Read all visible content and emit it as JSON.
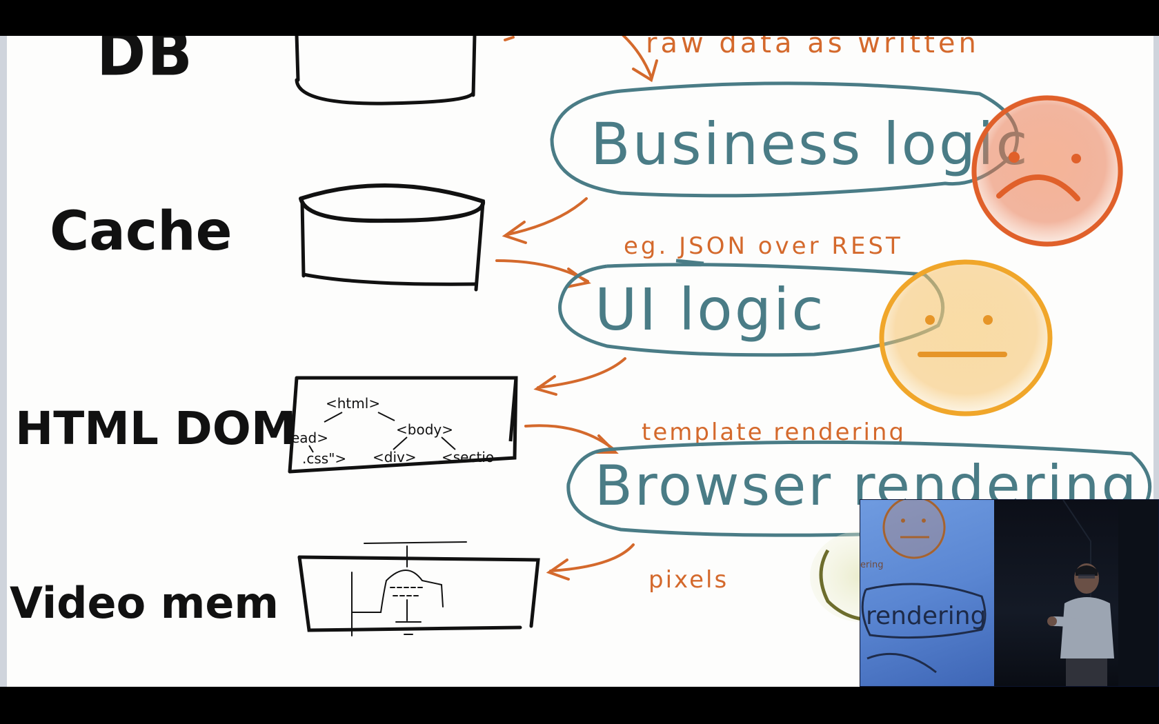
{
  "left_labels": {
    "db": "DB",
    "cache": "Cache",
    "html_dom": "HTML DOM",
    "video_mem": "Video mem"
  },
  "annotations": {
    "raw_data": "raw data as written",
    "json_rest": "eg. JSON over REST",
    "template": "template rendering",
    "pixels": "pixels"
  },
  "layers": {
    "business": "Business logic",
    "ui": "UI logic",
    "browser": "Browser rendering"
  },
  "dom_tree": {
    "html": "<html>",
    "head": "ead>",
    "body": "<body>",
    "css": ".css\">",
    "div": "<div>",
    "section": "<sectio"
  },
  "pip": {
    "screen_word": "rendering",
    "screen_small": "ering"
  },
  "colors": {
    "ink_black": "#111111",
    "ink_orange": "#d4692c",
    "ink_teal": "#4a7c86",
    "sad_face": "#e0602a",
    "neutral_face": "#f0a62a",
    "background": "#fdfdfc"
  },
  "faces": {
    "business": "sad-face-icon",
    "ui": "neutral-face-icon",
    "browser": "face-icon"
  }
}
